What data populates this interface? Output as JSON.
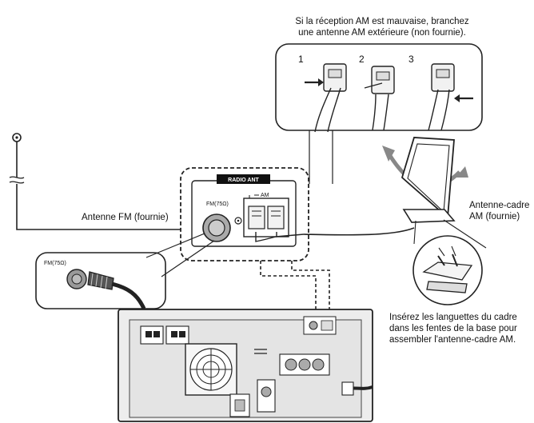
{
  "am_note": {
    "line1": "Si la réception AM est mauvaise, branchez",
    "line2": "une antenne AM extérieure (non fournie)."
  },
  "steps": [
    "1",
    "2",
    "3"
  ],
  "fm_antenna_label": "Antenne FM (fournie)",
  "am_loop_label": {
    "line1": "Antenne-cadre",
    "line2": "AM (fournie)"
  },
  "assembly_note": {
    "line1": "Insérez les languettes du cadre",
    "line2": "dans les fentes de la base pour",
    "line3": "assembler l'antenne-cadre AM."
  },
  "panel": {
    "radio_ant_label": "RADIO ANT",
    "fm_port_label": "FM(75Ω)",
    "am_label": "AM"
  },
  "inset_fm_label": "FM(75Ω)"
}
